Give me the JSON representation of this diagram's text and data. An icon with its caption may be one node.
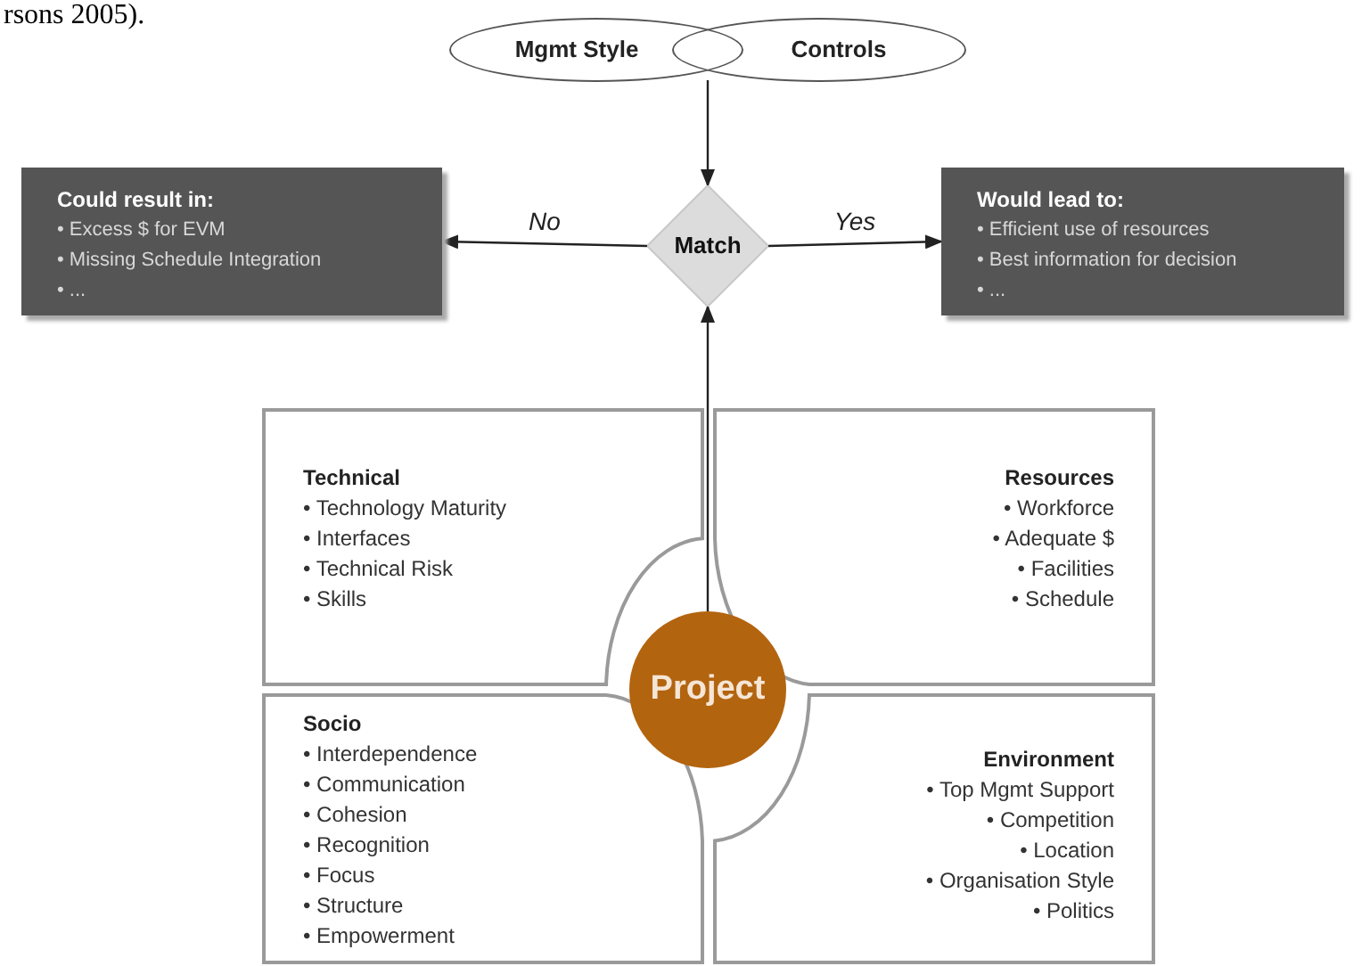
{
  "diagram": {
    "nodes": [
      {
        "text": [
          "Mgmt Style"
        ]
      },
      {
        "text": [
          "Controls"
        ]
      },
      {
        "text": [
          "Match"
        ]
      },
      {
        "text": [
          "Could result in:",
          "• Excess $ for EVM",
          "• Missing Schedule Integration",
          "• ..."
        ]
      },
      {
        "text": [
          "Would lead to:",
          "• Efficient use of resources",
          "• Best information for decision",
          "• ..."
        ]
      },
      {
        "text": [
          "Technical",
          "• Technology Maturity",
          "• Interfaces",
          "• Technical Risk",
          "• Skills"
        ]
      },
      {
        "text": [
          "Resources",
          "• Workforce",
          "• Adequate $",
          "• Facilities",
          "• Schedule"
        ]
      },
      {
        "text": [
          "Socio",
          "• Interdependence",
          "• Communication",
          "• Cohesion",
          "• Recognition",
          "• Focus",
          "• Structure",
          "• Empowerment"
        ]
      },
      {
        "text": [
          "Environment",
          "• Top Mgmt Support",
          "• Competition",
          "• Location",
          "• Organisation Style",
          "• Politics"
        ]
      },
      {
        "text": [
          "Project"
        ]
      }
    ],
    "edges": [
      {
        "from": 0,
        "to": 2,
        "arrow": "to"
      },
      {
        "from": 2,
        "to": 3,
        "arrow": "to",
        "label": "No"
      },
      {
        "from": 2,
        "to": 4,
        "arrow": "to",
        "label": "Yes"
      },
      {
        "from": 9,
        "to": 2,
        "arrow": "to"
      }
    ],
    "labels": [
      "rsons 2005)."
    ]
  }
}
